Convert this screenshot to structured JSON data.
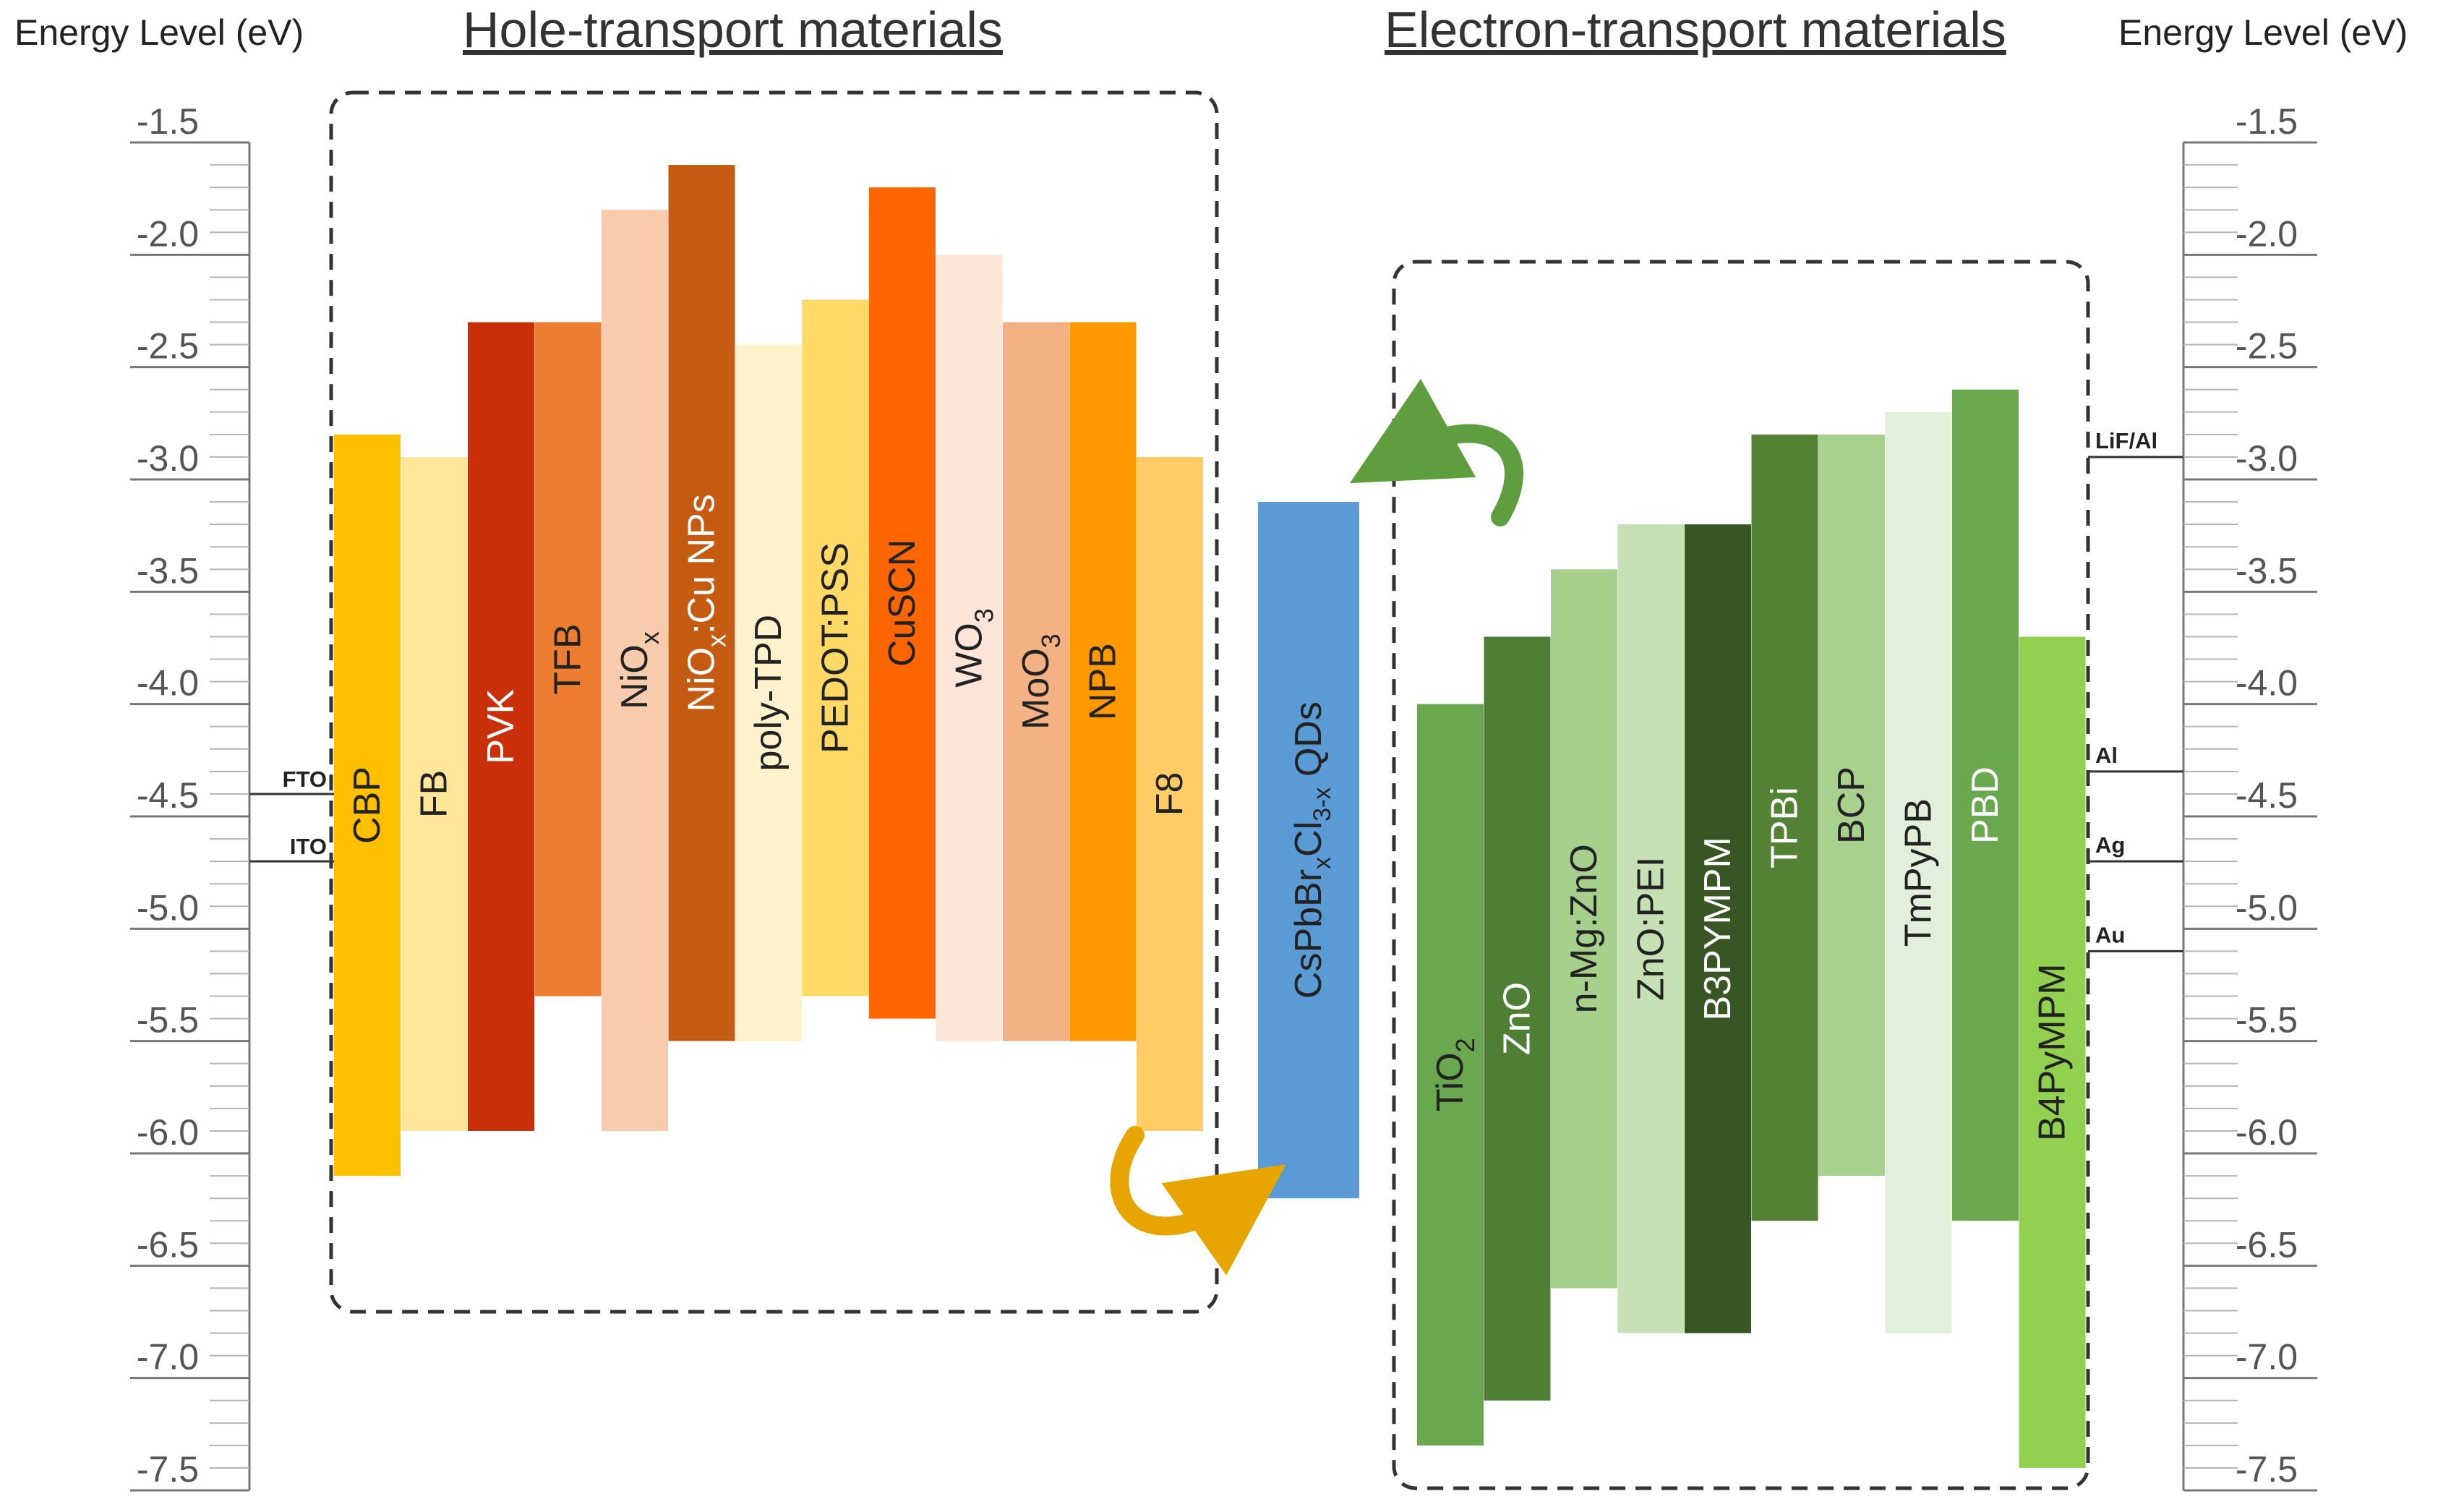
{
  "axis": {
    "title_left": "Energy Level (eV)",
    "title_right": "Energy Level (eV)",
    "range": [
      -1.5,
      -7.5
    ],
    "major_ticks": [
      "-1.5",
      "-2.0",
      "-2.5",
      "-3.0",
      "-3.5",
      "-4.0",
      "-4.5",
      "-5.0",
      "-5.5",
      "-6.0",
      "-6.5",
      "-7.0",
      "-7.5"
    ]
  },
  "section_titles": {
    "htm": "Hole-transport materials",
    "etm": "Electron-transport materials"
  },
  "left_electrodes": [
    {
      "label": "FTO",
      "level": -4.4
    },
    {
      "label": "ITO",
      "level": -4.7
    }
  ],
  "right_electrodes": [
    {
      "label": "LiF/Al",
      "level": -2.9
    },
    {
      "label": "Al",
      "level": -4.3
    },
    {
      "label": "Ag",
      "level": -4.7
    },
    {
      "label": "Au",
      "level": -5.1
    }
  ],
  "htm": [
    {
      "label": "CBP",
      "top": -2.8,
      "bottom": -6.1,
      "color": "#FFC000",
      "text": "#222222"
    },
    {
      "label": "FB",
      "top": -2.9,
      "bottom": -5.9,
      "color": "#FFE699",
      "text": "#222222"
    },
    {
      "label": "PVK",
      "top": -2.3,
      "bottom": -5.9,
      "color": "#C9300A",
      "text": "#ffffff"
    },
    {
      "label": "TFB",
      "top": -2.3,
      "bottom": -5.3,
      "color": "#ED7D31",
      "text": "#222222"
    },
    {
      "label": "NiO",
      "sub": "x",
      "top": -1.8,
      "bottom": -5.9,
      "color": "#F8CBAD",
      "text": "#222222"
    },
    {
      "label": "NiO",
      "sub": "x",
      "suffix": ":Cu NPs",
      "top": -1.6,
      "bottom": -5.5,
      "color": "#C55A11",
      "text": "#ffffff"
    },
    {
      "label": "poly-TPD",
      "top": -2.4,
      "bottom": -5.5,
      "color": "#FFF2CC",
      "text": "#222222"
    },
    {
      "label": "PEDOT:PSS",
      "top": -2.2,
      "bottom": -5.3,
      "color": "#FFD966",
      "text": "#222222"
    },
    {
      "label": "CuSCN",
      "top": -1.7,
      "bottom": -5.4,
      "color": "#FF6600",
      "text": "#222222"
    },
    {
      "label": "WO",
      "sub": "3",
      "top": -2.0,
      "bottom": -5.5,
      "color": "#FCE4D6",
      "text": "#222222"
    },
    {
      "label": "MoO",
      "sub": "3",
      "top": -2.3,
      "bottom": -5.5,
      "color": "#F4B183",
      "text": "#222222"
    },
    {
      "label": "NPB",
      "top": -2.3,
      "bottom": -5.5,
      "color": "#FF9900",
      "text": "#222222"
    },
    {
      "label": "F8",
      "top": -2.9,
      "bottom": -5.9,
      "color": "#FFCC66",
      "text": "#222222"
    }
  ],
  "qd": {
    "label": "CsPbBr",
    "sub1": "x",
    "mid": "Cl",
    "sub2": "3-x",
    "suffix": " QDs",
    "top": -3.1,
    "bottom": -6.2,
    "color": "#5B9BD5",
    "text": "#222222"
  },
  "etm": [
    {
      "label": "TiO",
      "sub": "2",
      "top": -4.0,
      "bottom": -7.3,
      "color": "#6AA84F",
      "text": "#222222"
    },
    {
      "label": "ZnO",
      "top": -3.7,
      "bottom": -7.1,
      "color": "#4E7F35",
      "text": "#ffffff"
    },
    {
      "label": "n-Mg:ZnO",
      "top": -3.4,
      "bottom": -6.6,
      "color": "#A8D08D",
      "text": "#222222"
    },
    {
      "label": "ZnO:PEI",
      "top": -3.2,
      "bottom": -6.8,
      "color": "#C5E0B4",
      "text": "#222222"
    },
    {
      "label": "B3PYMPM",
      "top": -3.2,
      "bottom": -6.8,
      "color": "#375623",
      "text": "#ffffff"
    },
    {
      "label": "TPBi",
      "top": -2.8,
      "bottom": -6.3,
      "color": "#548235",
      "text": "#ffffff"
    },
    {
      "label": "BCP",
      "top": -2.8,
      "bottom": -6.1,
      "color": "#A9D18E",
      "text": "#222222"
    },
    {
      "label": "TmPyPB",
      "top": -2.7,
      "bottom": -6.8,
      "color": "#E2EFDA",
      "text": "#222222"
    },
    {
      "label": "PBD",
      "top": -2.6,
      "bottom": -6.3,
      "color": "#6AA84F",
      "text": "#ffffff"
    },
    {
      "label": "B4PyMPM",
      "top": -3.7,
      "bottom": -7.4,
      "color": "#92D050",
      "text": "#222222"
    }
  ],
  "colors": {
    "hole_arrow": "#E8A500",
    "electron_arrow": "#5E9E3E",
    "box_border": "#333333",
    "axis_line": "#777777"
  }
}
